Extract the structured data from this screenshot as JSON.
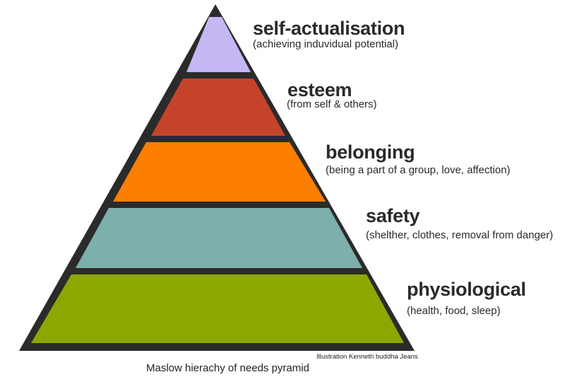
{
  "diagram": {
    "colors": {
      "outline": "#2b2b2b",
      "self_actualisation": "#c5b6f4",
      "esteem": "#c6432b",
      "belonging": "#fd7f00",
      "safety": "#7dafab",
      "physiological": "#8ea700"
    },
    "levels": [
      {
        "id": "self-actualisation",
        "title": "self-actualisation",
        "subtitle": "(achieving induvidual potential)"
      },
      {
        "id": "esteem",
        "title": "esteem",
        "subtitle": "(from self & others)"
      },
      {
        "id": "belonging",
        "title": "belonging",
        "subtitle": "(being a part of a group, love, affection)"
      },
      {
        "id": "safety",
        "title": "safety",
        "subtitle": "(shelther, clothes, removal from danger)"
      },
      {
        "id": "physiological",
        "title": "physiological",
        "subtitle": "(health, food, sleep)"
      }
    ],
    "credit": "Illustration Kenneth buddha Jeans",
    "caption": "Maslow hierachy of needs pyramid"
  }
}
